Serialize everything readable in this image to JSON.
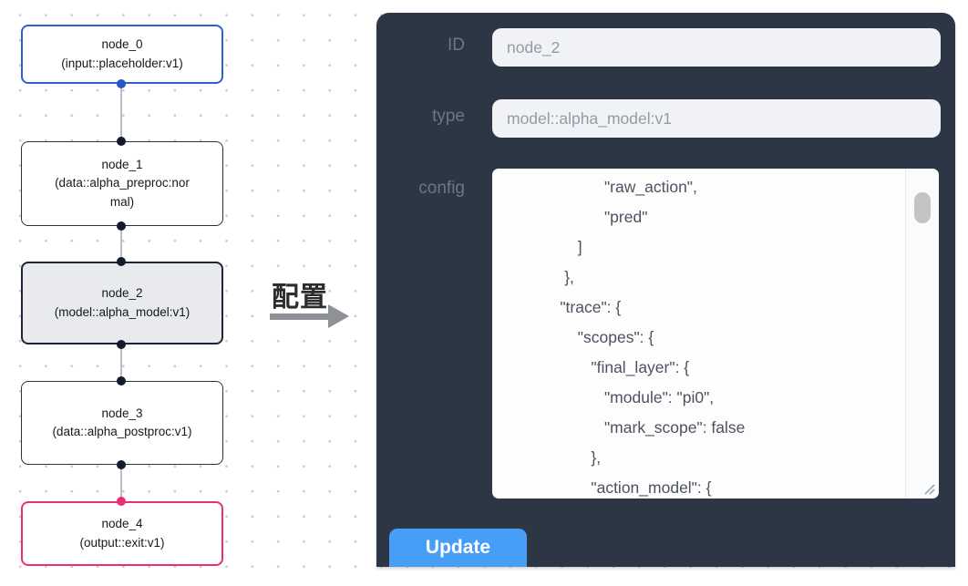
{
  "flow": {
    "nodes": [
      {
        "name": "node_0",
        "type_label": "(input::placeholder:v1)",
        "kind": "input"
      },
      {
        "name": "node_1",
        "type_label": "(data::alpha_preproc:normal)",
        "kind": "data"
      },
      {
        "name": "node_2",
        "type_label": "(model::alpha_model:v1)",
        "kind": "model",
        "selected": true
      },
      {
        "name": "node_3",
        "type_label": "(data::alpha_postproc:v1)",
        "kind": "data"
      },
      {
        "name": "node_4",
        "type_label": "(output::exit:v1)",
        "kind": "output"
      }
    ],
    "edges": [
      {
        "from": "node_0",
        "to": "node_1"
      },
      {
        "from": "node_1",
        "to": "node_2"
      },
      {
        "from": "node_2",
        "to": "node_3"
      },
      {
        "from": "node_3",
        "to": "node_4"
      }
    ]
  },
  "connector": {
    "label": "配置"
  },
  "panel": {
    "id_label": "ID",
    "id_value": "node_2",
    "type_label": "type",
    "type_value": "model::alpha_model:v1",
    "config_label": "config",
    "config_text": "                      \"raw_action\",\n                      \"pred\"\n                ]\n             },\n            \"trace\": {\n                \"scopes\": {\n                   \"final_layer\": {\n                      \"module\": \"pi0\",\n                      \"mark_scope\": false\n                   },\n                   \"action_model\": {",
    "update_label": "Update"
  },
  "colors": {
    "panel-bg": "#2d3645",
    "accent-blue": "#2e62c9",
    "accent-pink": "#ec2d78",
    "button-blue": "#479ef7",
    "selected-fill": "#e8eaed"
  }
}
